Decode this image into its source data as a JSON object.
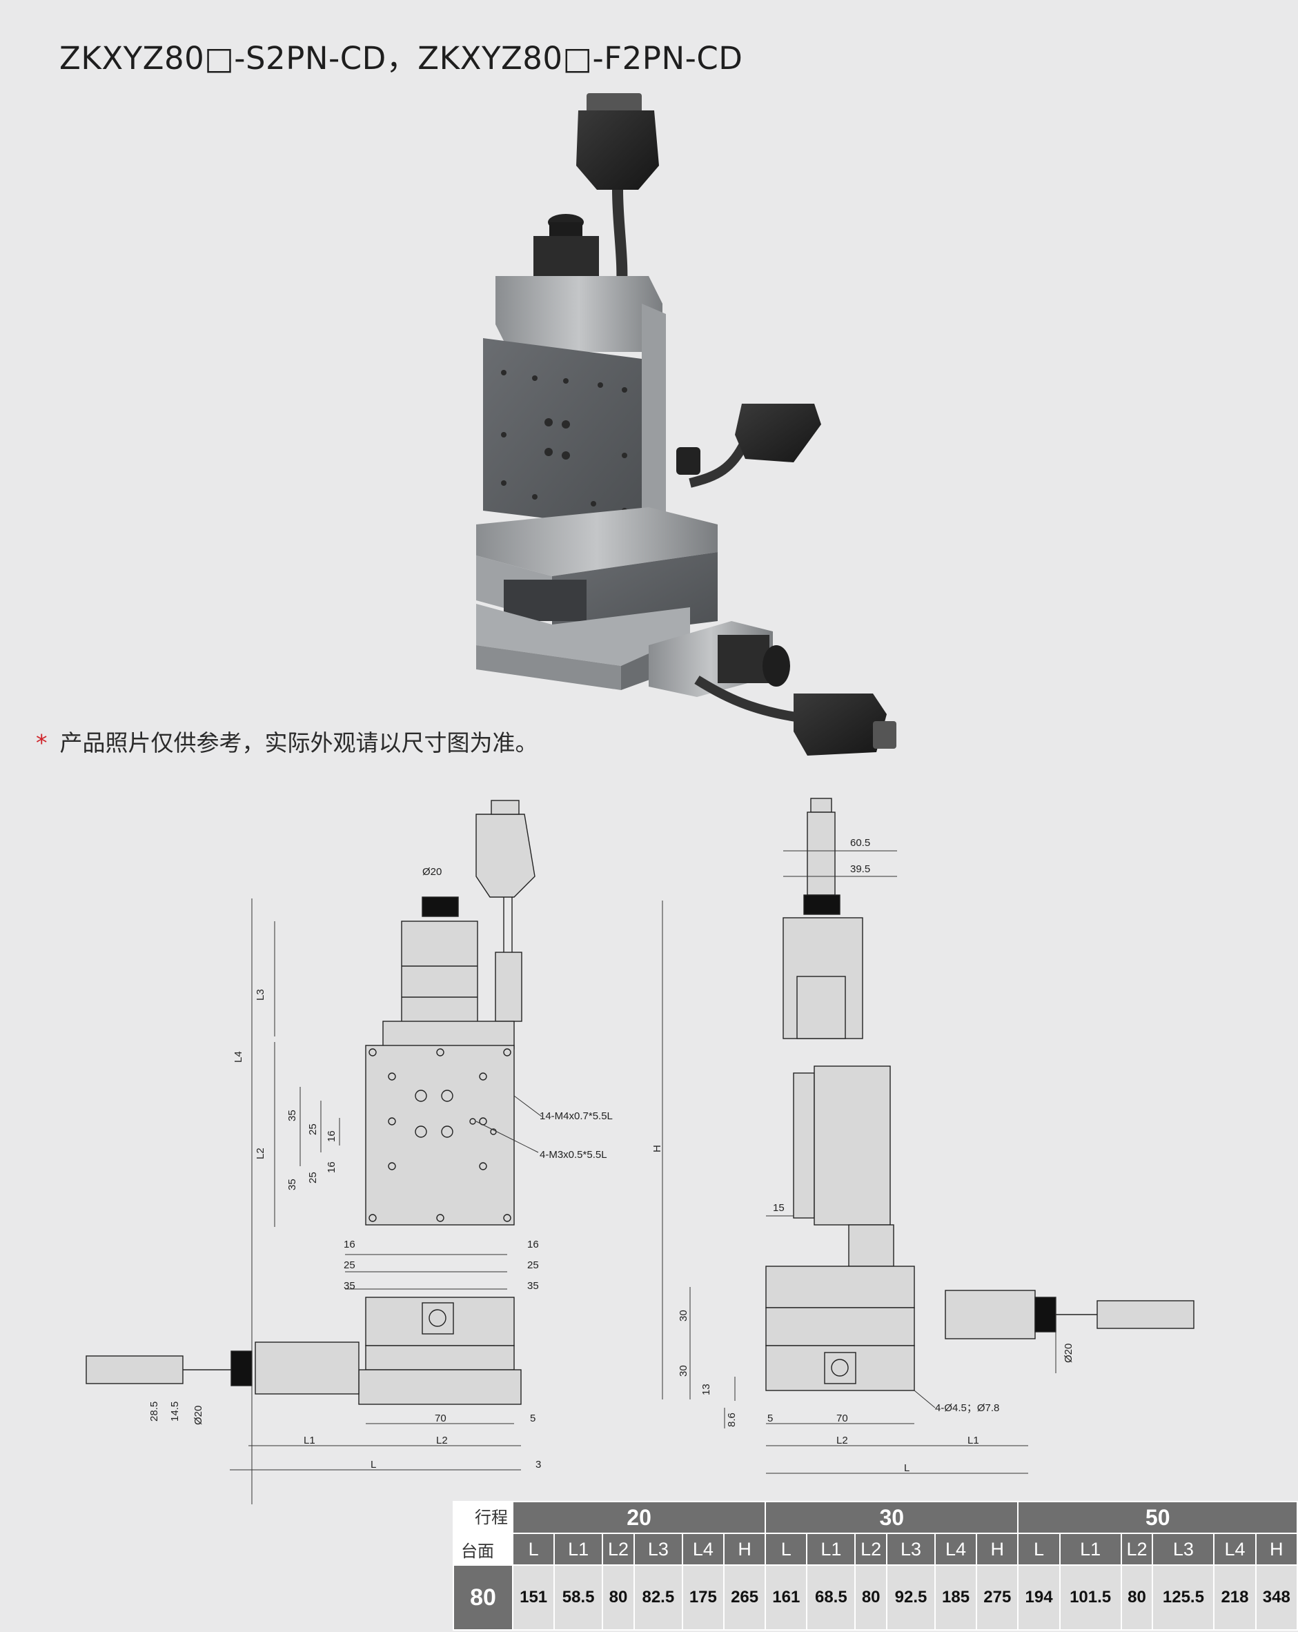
{
  "header": {
    "title": "ZKXYZ80□-S2PN-CD，ZKXYZ80□-F2PN-CD"
  },
  "note": {
    "star": "*",
    "text": "产品照片仅供参考，实际外观请以尺寸图为准。"
  },
  "drawing_labels": {
    "phi20": "Ø20",
    "L3": "L3",
    "L4": "L4",
    "L2": "L2",
    "L1": "L1",
    "L": "L",
    "H": "H",
    "d35": "35",
    "d25": "25",
    "d16": "16",
    "d70": "70",
    "d5": "5",
    "d3": "3",
    "d28_5": "28.5",
    "d14_5": "14.5",
    "d60_5": "60.5",
    "d39_5": "39.5",
    "d15": "15",
    "d30": "30",
    "d13": "13",
    "d8_6": "8.6",
    "hole14": "14-M4x0.7*5.5L",
    "hole4": "4-M3x0.5*5.5L",
    "hole4phi": "4-Ø4.5；Ø7.8"
  },
  "spec_table": {
    "corner_top": "行程",
    "corner_bottom": "台面",
    "strokes": [
      "20",
      "30",
      "50"
    ],
    "columns": [
      "L",
      "L1",
      "L2",
      "L3",
      "L4",
      "H"
    ],
    "row_label": "80",
    "values": [
      [
        "151",
        "58.5",
        "80",
        "82.5",
        "175",
        "265"
      ],
      [
        "161",
        "68.5",
        "80",
        "92.5",
        "185",
        "275"
      ],
      [
        "194",
        "101.5",
        "80",
        "125.5",
        "218",
        "348"
      ]
    ]
  }
}
